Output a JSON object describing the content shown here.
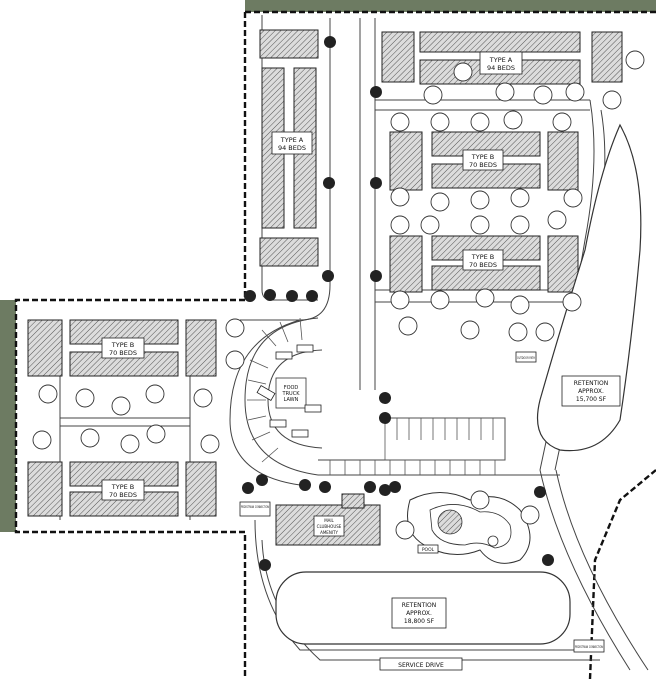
{
  "buildings": {
    "type_a_north": {
      "name": "TYPE A",
      "beds": "94 BEDS"
    },
    "type_a_west": {
      "name": "TYPE A",
      "beds": "94 BEDS"
    },
    "type_b_east_upper": {
      "name": "TYPE B",
      "beds": "70 BEDS"
    },
    "type_b_east_lower": {
      "name": "TYPE B",
      "beds": "70 BEDS"
    },
    "type_b_west_upper": {
      "name": "TYPE B",
      "beds": "70 BEDS"
    },
    "type_b_west_lower": {
      "name": "TYPE B",
      "beds": "70 BEDS"
    },
    "clubhouse": {
      "line1": "MAIL",
      "line2": "CLUBHOUSE",
      "line3": "AMENITY"
    }
  },
  "retention_east": {
    "line1": "RETENTION",
    "line2": "APPROX.",
    "line3": "15,700 SF"
  },
  "retention_south": {
    "line1": "RETENTION",
    "line2": "APPROX.",
    "line3": "18,800 SF"
  },
  "food_truck": {
    "line1": "FOOD",
    "line2": "TRUCK",
    "line3": "LAWN"
  },
  "labels": {
    "service_drive": "SERVICE DRIVE",
    "pool": "POOL",
    "pedestrian_connection": "PEDESTRIAN CONNECTION",
    "outdoor_path": "OUTDOOR PATH",
    "pedestrian_connection_se": "PEDESTRIAN CONNECTION"
  },
  "colors": {
    "linework": "#222222",
    "background": "#ffffff",
    "vegetation": "#5f6f54"
  }
}
